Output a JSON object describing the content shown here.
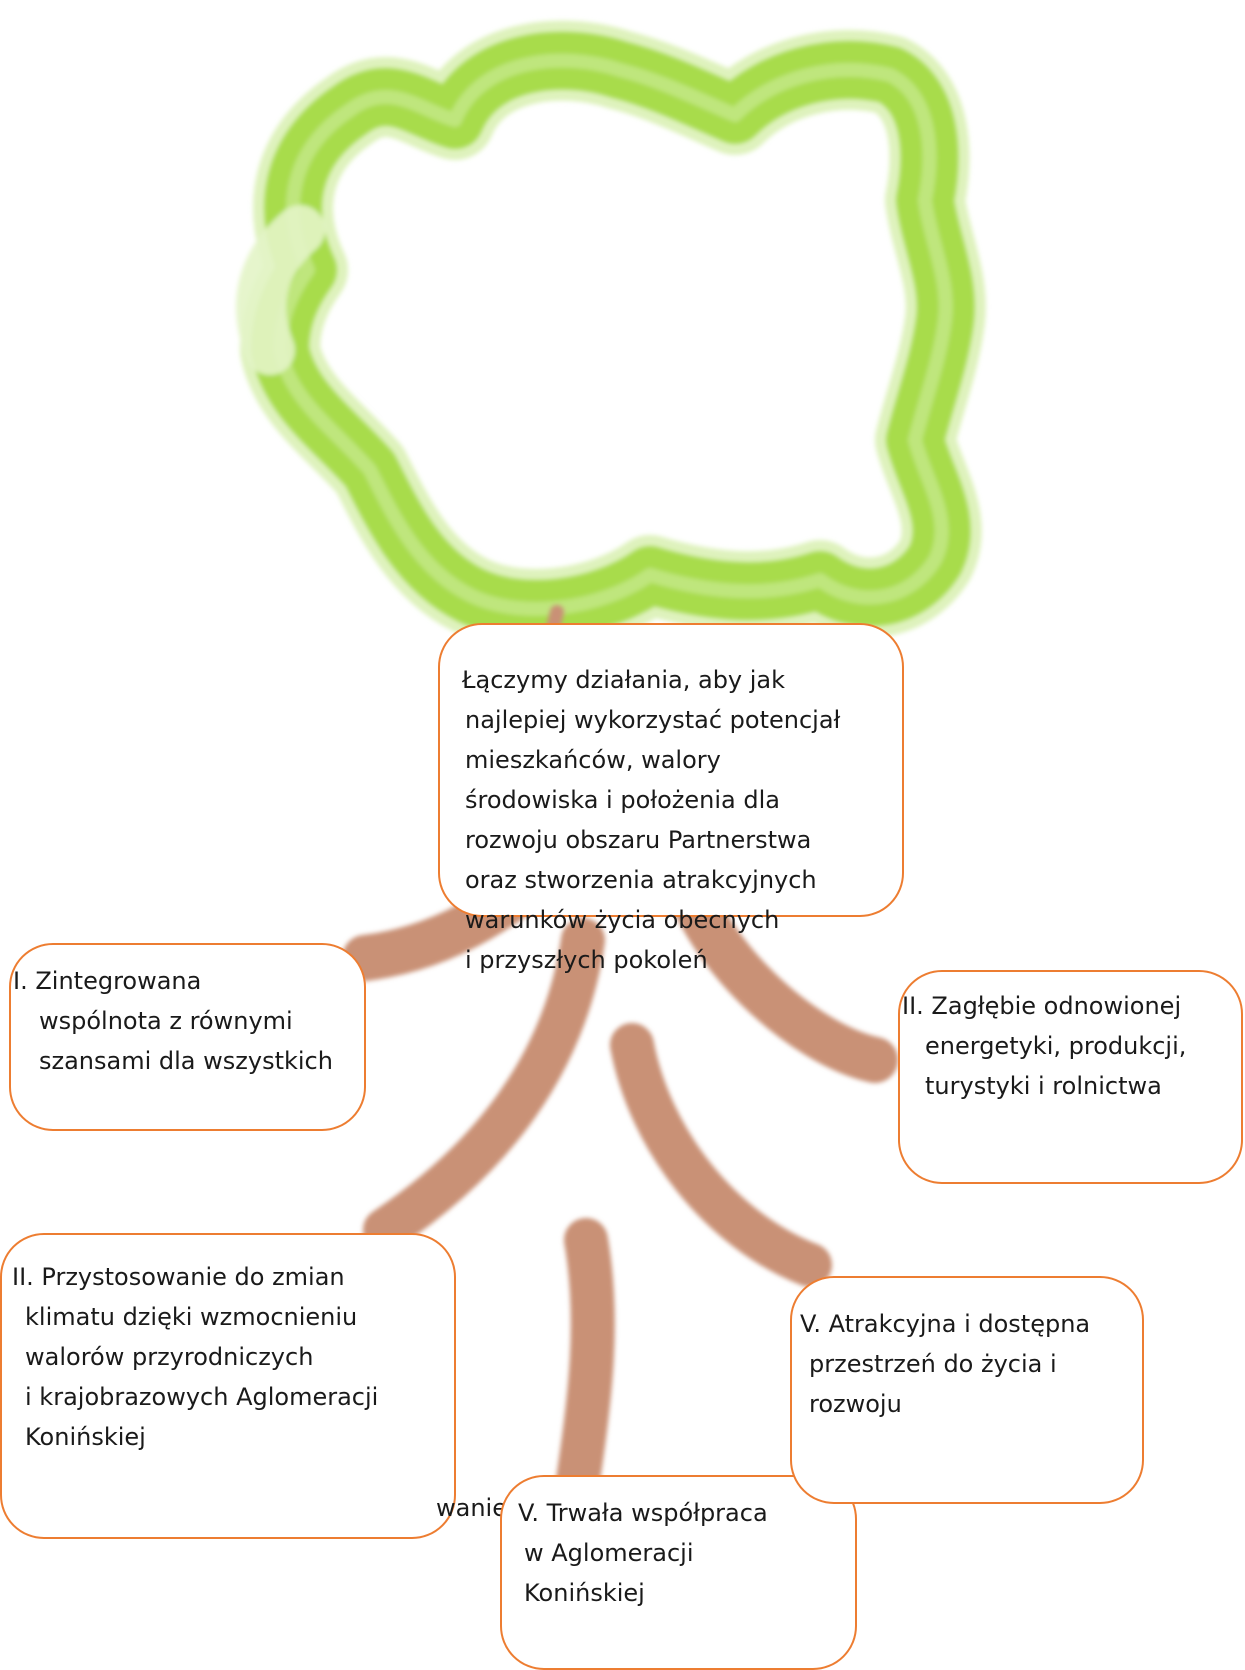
{
  "colors": {
    "box_border": "#ED7D31",
    "crown": "#A8DC4C",
    "branch": "#C99176"
  },
  "vision": {
    "lines": [
      "Łączymy działania, aby jak",
      "najlepiej wykorzystać potencjał",
      "mieszkańców, walory",
      "środowiska i położenia dla",
      "rozwoju obszaru Partnerstwa",
      "oraz stworzenia atrakcyjnych",
      "warunków życia obecnych",
      "i przyszłych pokoleń"
    ]
  },
  "goals": [
    {
      "lines": [
        "I. Zintegrowana",
        "wspólnota z równymi",
        "szansami dla wszystkich"
      ]
    },
    {
      "lines": [
        "II. Zagłębie odnowionej",
        "energetyki, produkcji,",
        "turystyki i rolnictwa"
      ]
    },
    {
      "lines": [
        "II. Przystosowanie do zmian",
        "klimatu dzięki wzmocnieniu",
        "walorów przyrodniczych",
        "i krajobrazowych Aglomeracji",
        "Konińskiej"
      ]
    },
    {
      "lines": [
        "V. Atrakcyjna i dostępna",
        "przestrzeń do życia i",
        "rozwoju"
      ]
    },
    {
      "lines": [
        "V. Trwała współpraca",
        "w Aglomeracji",
        "Konińskiej"
      ]
    }
  ],
  "stray_text": "wanie"
}
